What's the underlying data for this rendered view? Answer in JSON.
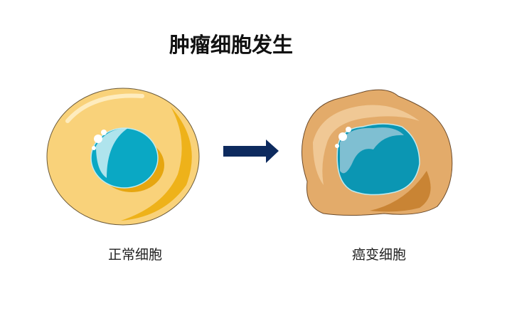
{
  "title": "肿瘤细胞发生",
  "labels": {
    "normal": "正常细胞",
    "cancer": "癌变细胞"
  },
  "colors": {
    "arrow": "#0d2a5e",
    "normal_cytoplasm": "#f9d27a",
    "cancer_cytoplasm": "#e3ab6a",
    "nucleus": "#0ba5c3"
  }
}
